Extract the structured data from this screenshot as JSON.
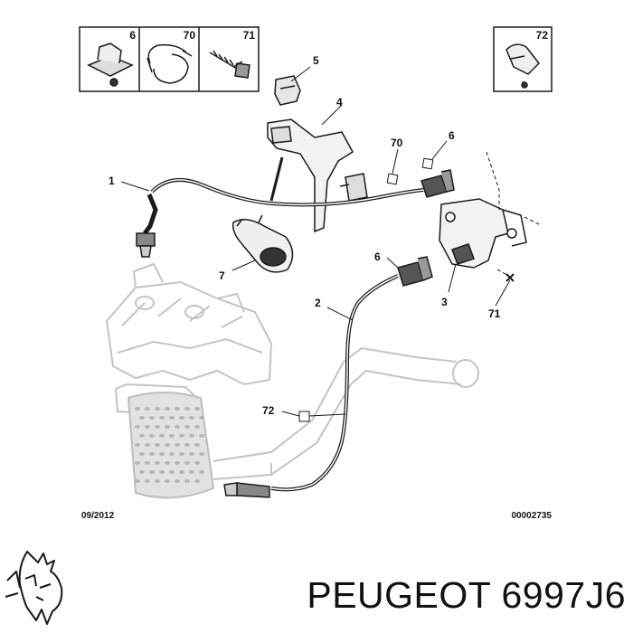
{
  "diagram": {
    "date": "09/2012",
    "drawing_number": "00002735",
    "inset_parts": [
      {
        "label": "6"
      },
      {
        "label": "70"
      },
      {
        "label": "71"
      },
      {
        "label": "72"
      }
    ],
    "callouts": [
      {
        "label": "1"
      },
      {
        "label": "2"
      },
      {
        "label": "3"
      },
      {
        "label": "4"
      },
      {
        "label": "5"
      },
      {
        "label": "6"
      },
      {
        "label": "6"
      },
      {
        "label": "7"
      },
      {
        "label": "70"
      },
      {
        "label": "71"
      },
      {
        "label": "72"
      }
    ]
  },
  "brand": {
    "logo_icon": "lion-icon",
    "caption": "PEUGEOT 6997J6"
  },
  "colors": {
    "line": "#1a1a1a",
    "ghost_part": "#c8c8c8",
    "catalyst_fill": "#e4e4e4"
  }
}
